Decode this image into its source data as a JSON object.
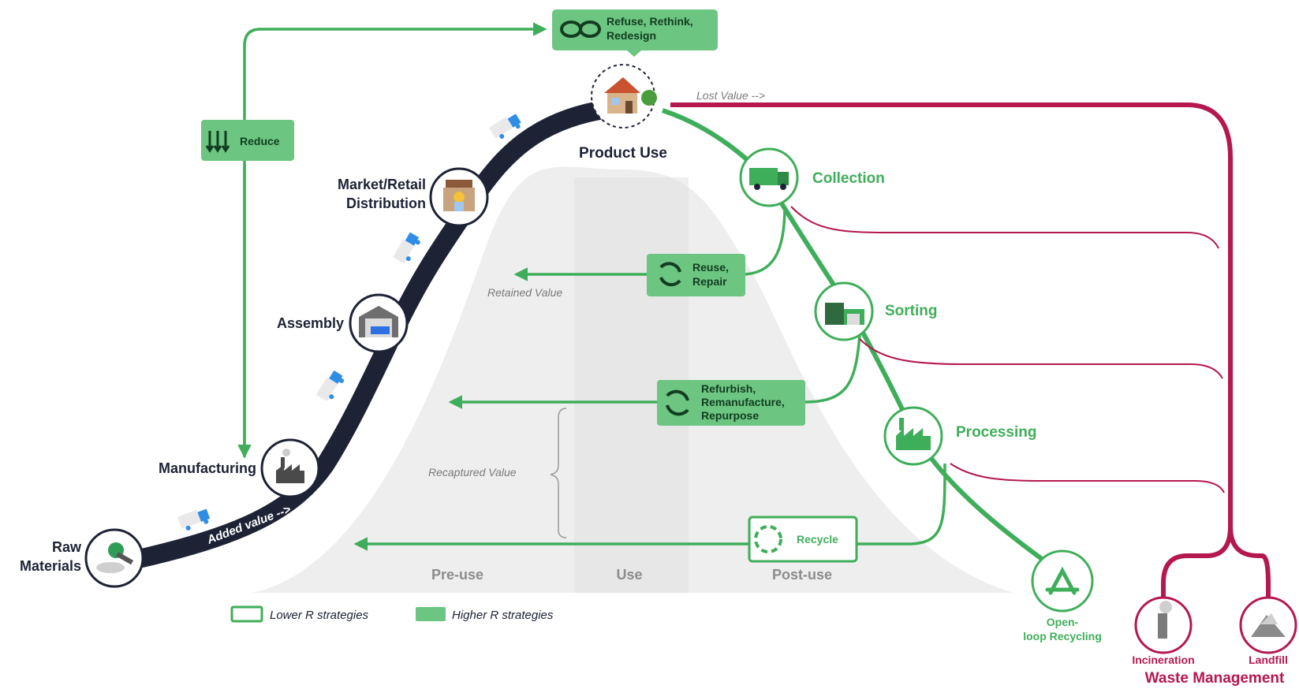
{
  "nodes": {
    "raw_materials": [
      "Raw",
      "Materials"
    ],
    "manufacturing": "Manufacturing",
    "assembly": "Assembly",
    "market_retail": [
      "Market/Retail",
      "Distribution"
    ],
    "product_use": "Product Use",
    "collection": "Collection",
    "sorting": "Sorting",
    "processing": "Processing",
    "open_loop": [
      "Open-",
      "loop",
      "Recycling"
    ],
    "incineration": "Incineration",
    "landfill": "Landfill"
  },
  "strategies": {
    "refuse": [
      "Refuse, Rethink,",
      "Redesign"
    ],
    "reduce": "Reduce",
    "reuse": [
      "Reuse,",
      "Repair"
    ],
    "refurbish": [
      "Refurbish,",
      "Remanufacture,",
      "Repurpose"
    ],
    "recycle": "Recycle"
  },
  "value_labels": {
    "added": "Added value -->",
    "lost": "Lost Value -->",
    "retained": "Retained Value",
    "recaptured": "Recaptured Value"
  },
  "phases": [
    "Pre-use",
    "Use",
    "Post-use"
  ],
  "waste_management": "Waste Management",
  "legend": {
    "lower": "Lower R strategies",
    "higher": "Higher R strategies"
  },
  "colors": {
    "green": "#3fae5a",
    "green_fill": "#6cc581",
    "dark_path": "#1d2235",
    "waste_red": "#b5174f",
    "curve_gray": "#ededed"
  },
  "icons": {
    "refuse": "infinity-icon",
    "reduce": "down-arrows-icon",
    "reuse": "cycle-icon",
    "refurbish": "cycle-icon",
    "recycle": "dashed-cycle-icon",
    "trucks": "truck-icon",
    "collection": "garbage-truck-icon",
    "sorting": "warehouse-icon",
    "processing": "factory-icon",
    "open_loop": "recycle-icon",
    "incineration": "chimney-icon",
    "landfill": "landfill-icon",
    "product_use": "house-icon",
    "market_retail": "store-icon",
    "assembly": "garage-icon",
    "manufacturing": "factory-icon",
    "raw_materials": "ore-icon"
  }
}
